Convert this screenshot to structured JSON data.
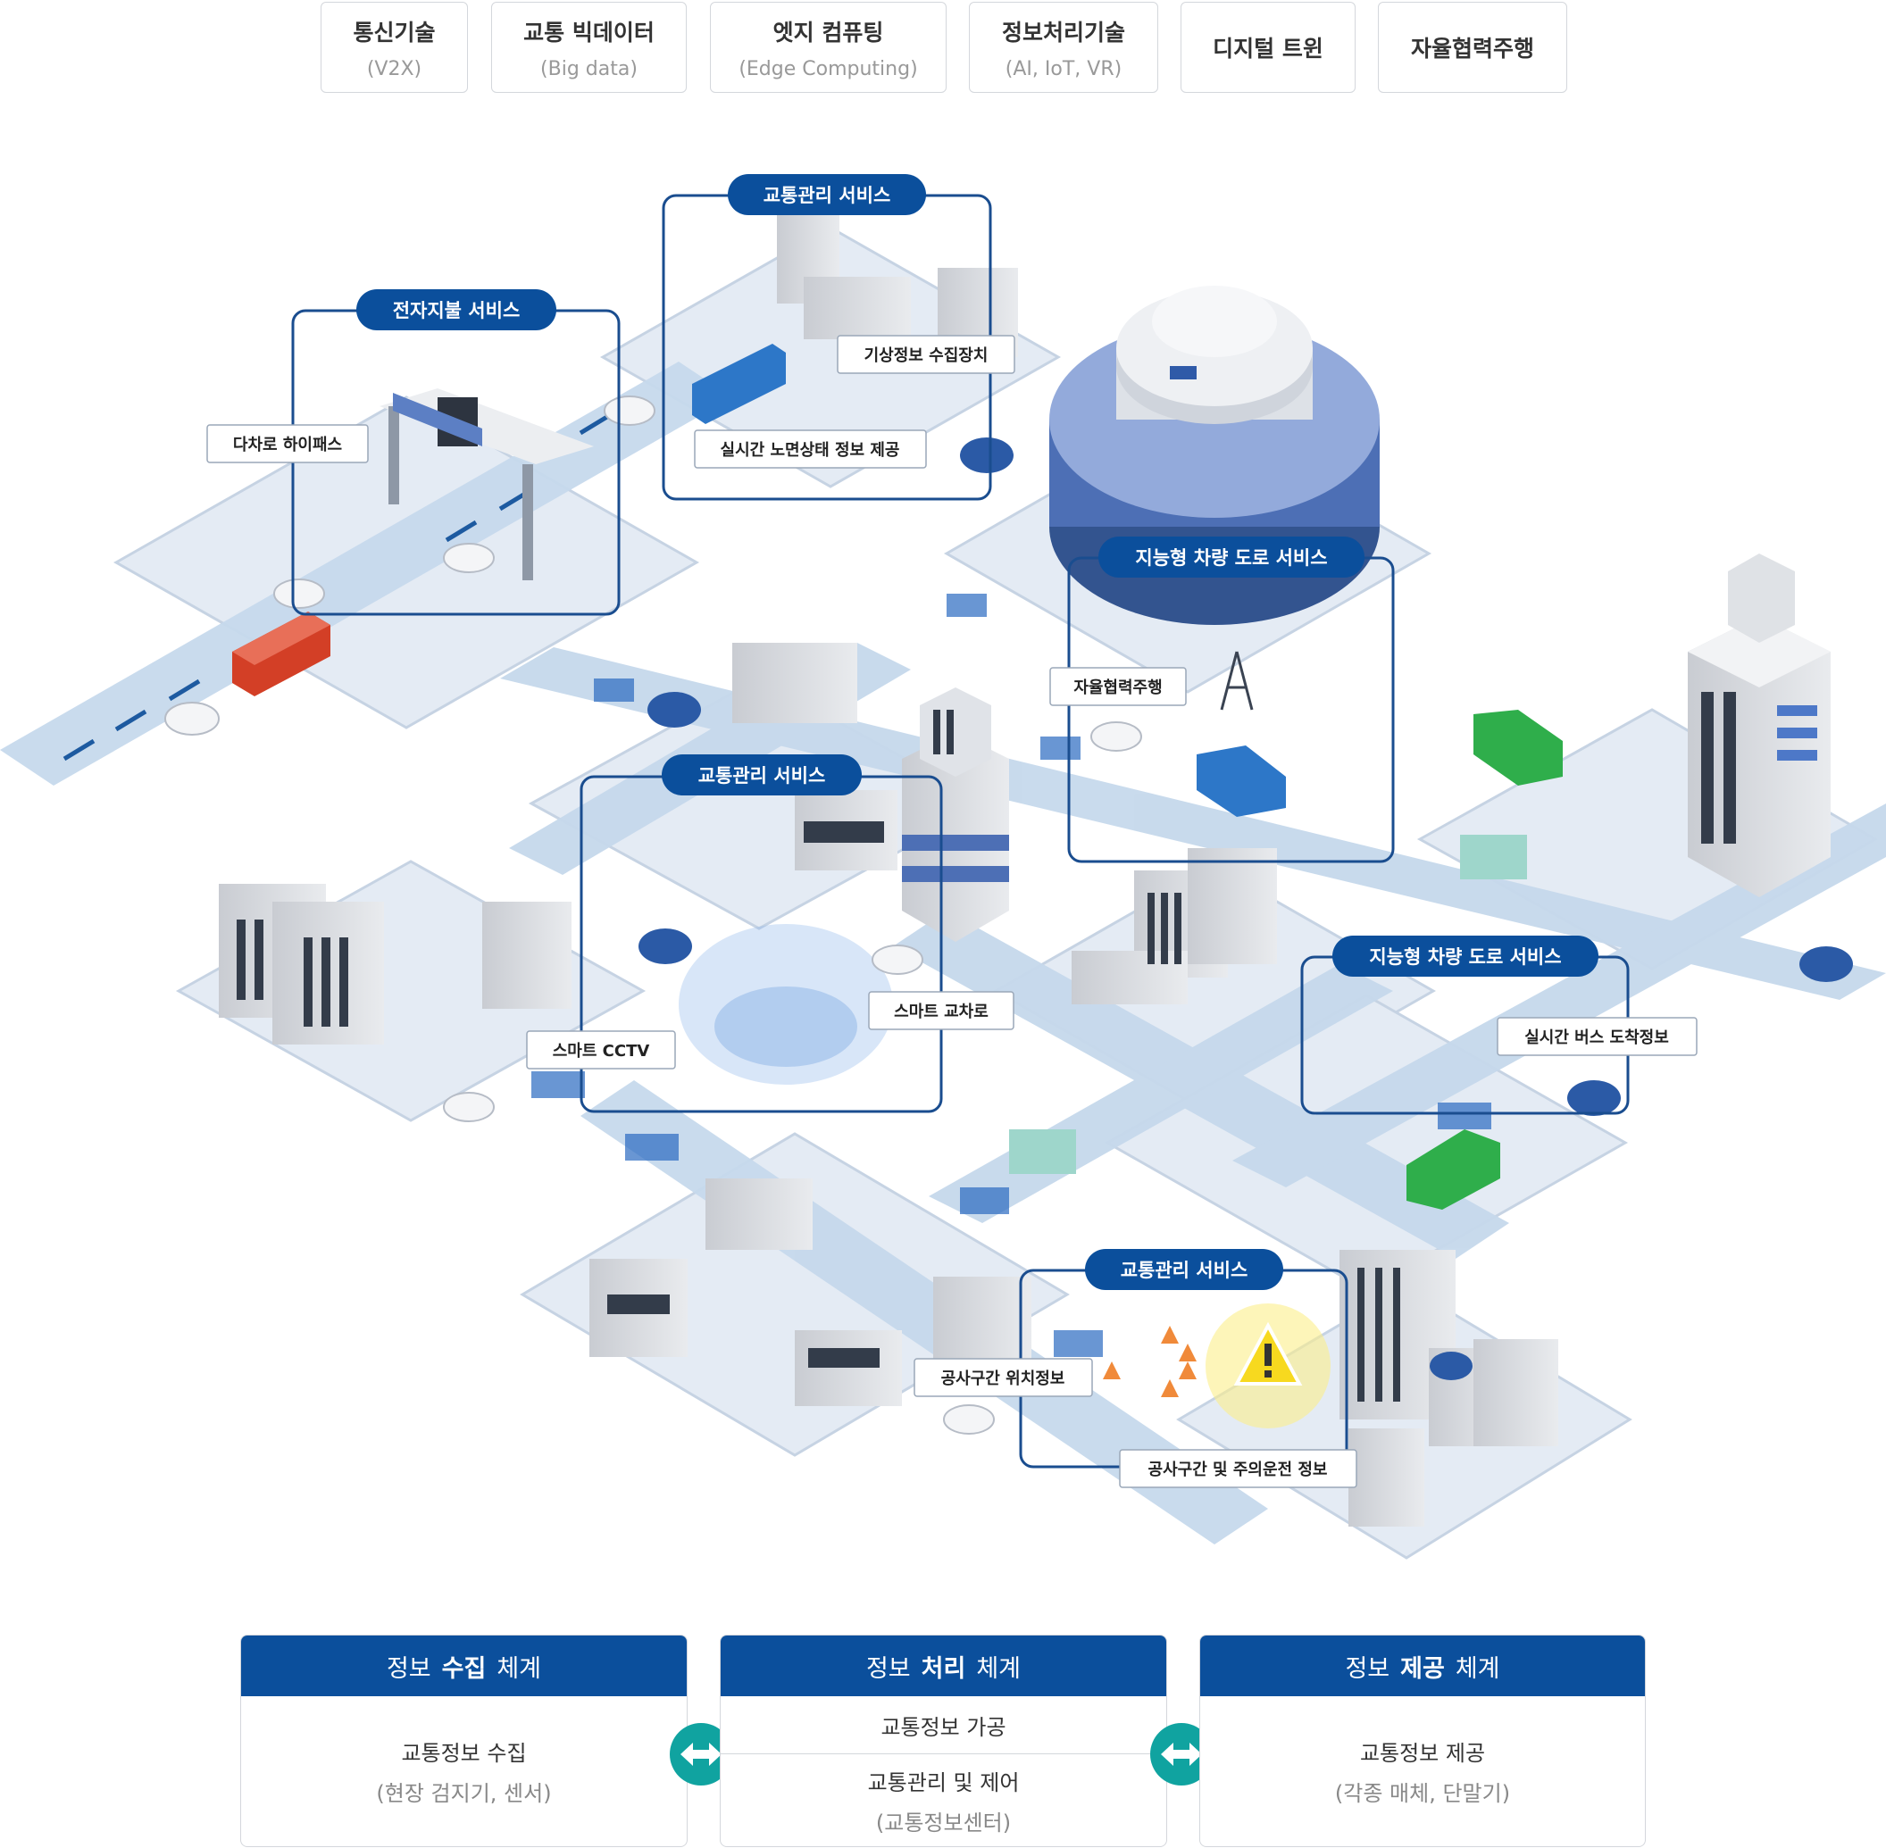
{
  "tech": [
    {
      "title": "통신기술",
      "sub": "(V2X)"
    },
    {
      "title": "교통 빅데이터",
      "sub": "(Big data)"
    },
    {
      "title": "엣지 컴퓨팅",
      "sub": "(Edge Computing)"
    },
    {
      "title": "정보처리기술",
      "sub": "(AI, IoT, VR)"
    },
    {
      "title": "디지털 트윈",
      "sub": ""
    },
    {
      "title": "자율협력주행",
      "sub": ""
    }
  ],
  "services": {
    "payment": "전자지불 서비스",
    "traffic_top": "교통관리 서비스",
    "traffic_mid": "교통관리 서비스",
    "traffic_bottom": "교통관리 서비스",
    "intelligent_1": "지능형 차량 도로 서비스",
    "intelligent_2": "지능형 차량 도로 서비스"
  },
  "labels": {
    "hipass": "다차로 하이패스",
    "weather": "기상정보 수집장치",
    "road_surface": "실시간 노면상태 정보 제공",
    "autonomous": "자율협력주행",
    "smart_cross": "스마트 교차로",
    "smart_cctv": "스마트 CCTV",
    "bus_arrival": "실시간 버스 도착정보",
    "construction_loc": "공사구간 위치정보",
    "construction_warn": "공사구간 및 주의운전 정보"
  },
  "systems": {
    "collect": {
      "pre": "정보",
      "key": "수집",
      "post": "체계",
      "line": "교통정보 수집",
      "sub": "(현장 검지기, 센서)"
    },
    "process": {
      "pre": "정보",
      "key": "처리",
      "post": "체계",
      "line1": "교통정보 가공",
      "line2": "교통관리 및 제어",
      "sub": "(교통정보센터)"
    },
    "provide": {
      "pre": "정보",
      "key": "제공",
      "post": "체계",
      "line": "교통정보 제공",
      "sub": "(각종 매체, 단말기)"
    }
  },
  "colors": {
    "navy": "#0b4f9c",
    "teal": "#10a3a0",
    "road": "#c8d9ea",
    "block": "#e6edf6"
  }
}
